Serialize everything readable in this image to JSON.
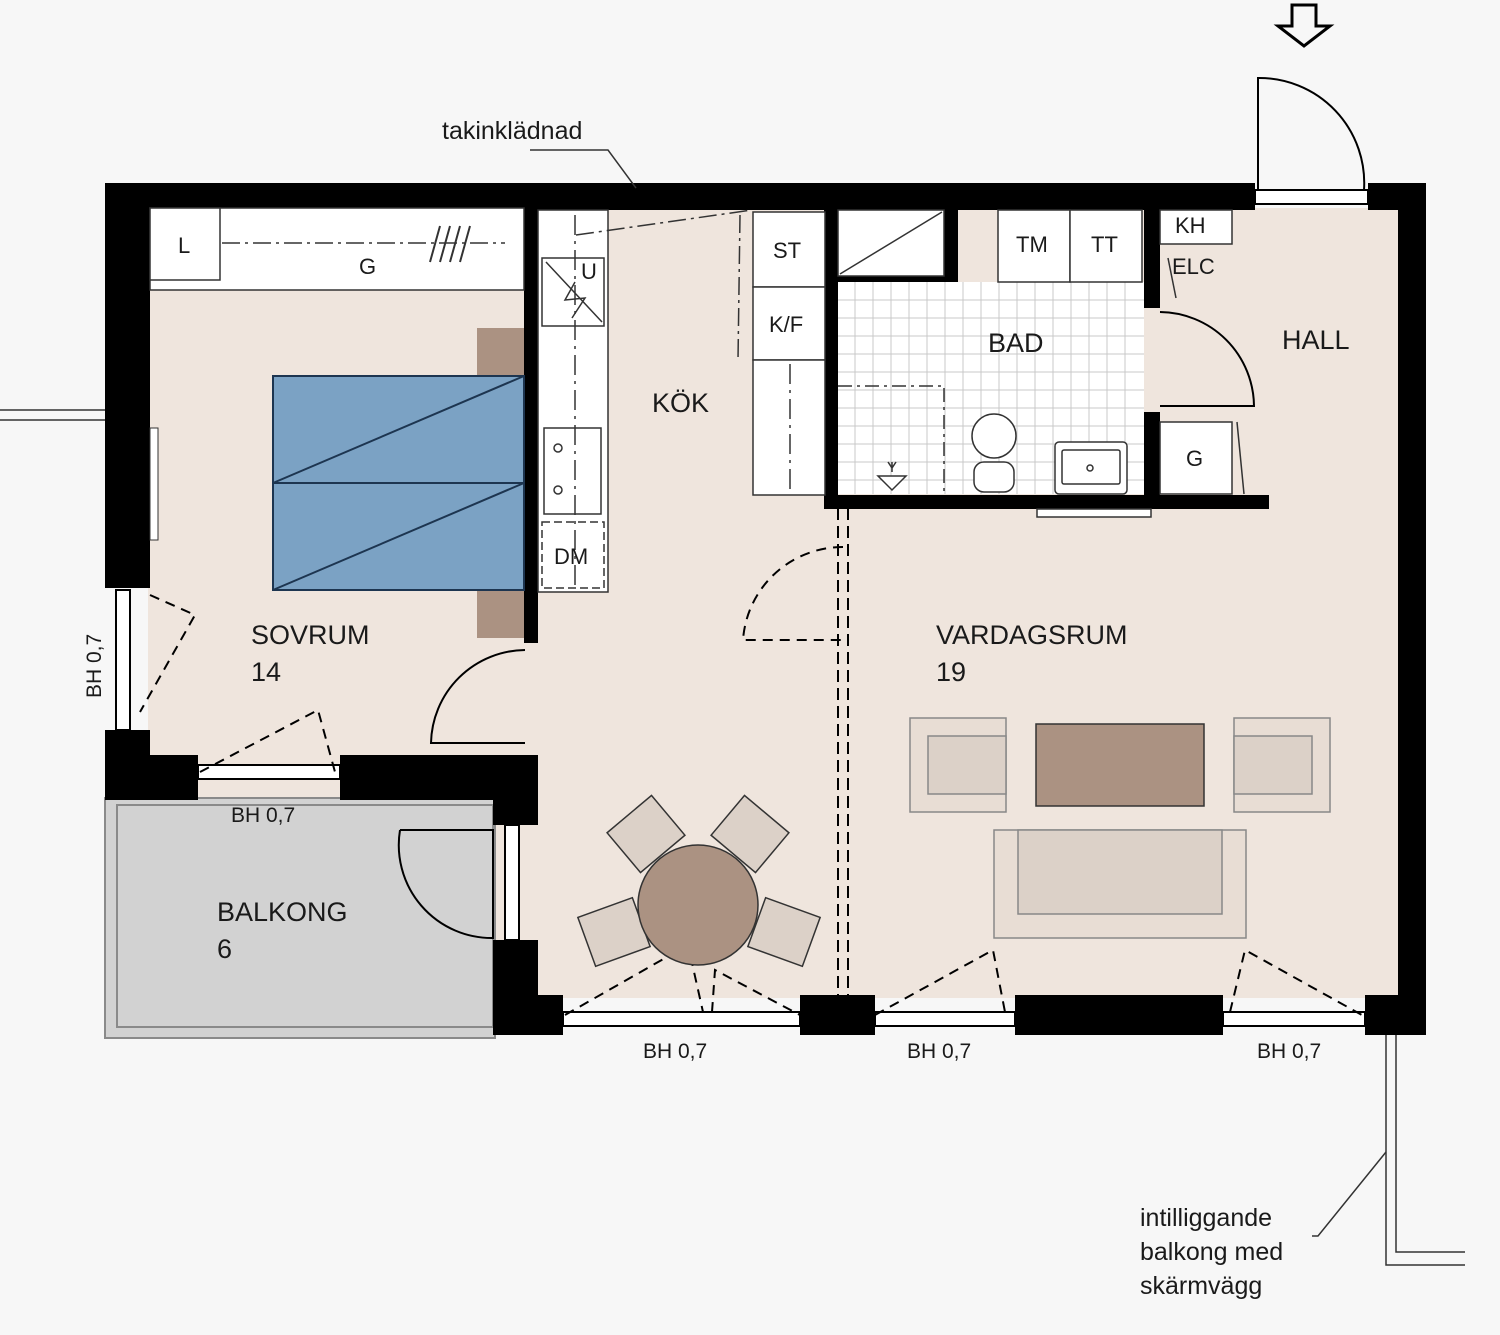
{
  "rooms": {
    "sovrum": {
      "name": "SOVRUM",
      "area": "14"
    },
    "kok": {
      "name": "KÖK"
    },
    "bad": {
      "name": "BAD"
    },
    "hall": {
      "name": "HALL"
    },
    "vardagsrum": {
      "name": "VARDAGSRUM",
      "area": "19"
    },
    "balkong": {
      "name": "BALKONG",
      "area": "6"
    }
  },
  "fixtures": {
    "linen": "L",
    "wardrobe_bedroom": "G",
    "oven": "U",
    "dishwasher": "DM",
    "cooler": "ST",
    "fridge_freezer": "K/F",
    "washer": "TM",
    "dryer": "TT",
    "coat_closet": "KH",
    "electric_panel": "ELC",
    "wardrobe_hall": "G"
  },
  "window_labels": {
    "bedroom_side": "BH 0,7",
    "bedroom_bottom": "BH 0,7",
    "kitchen_bottom": "BH 0,7",
    "living_bottom_left": "BH 0,7",
    "living_bottom_right": "BH 0,7"
  },
  "annotations": {
    "ceiling_cladding": "takinklädnad",
    "adjacent_balcony": [
      "intilliggande",
      "balkong med",
      "skärmvägg"
    ]
  },
  "entrance_symbol": "down-arrow-icon",
  "colors": {
    "background": "#f7f7f7",
    "floor": "#efe5dd",
    "wall": "#000000",
    "bed": "#7ba2c4",
    "balcony": "#d2d2d2",
    "furniture_brown": "#ab9282",
    "furniture_light": "#dcd1c8",
    "bathroom": "#ffffff"
  }
}
